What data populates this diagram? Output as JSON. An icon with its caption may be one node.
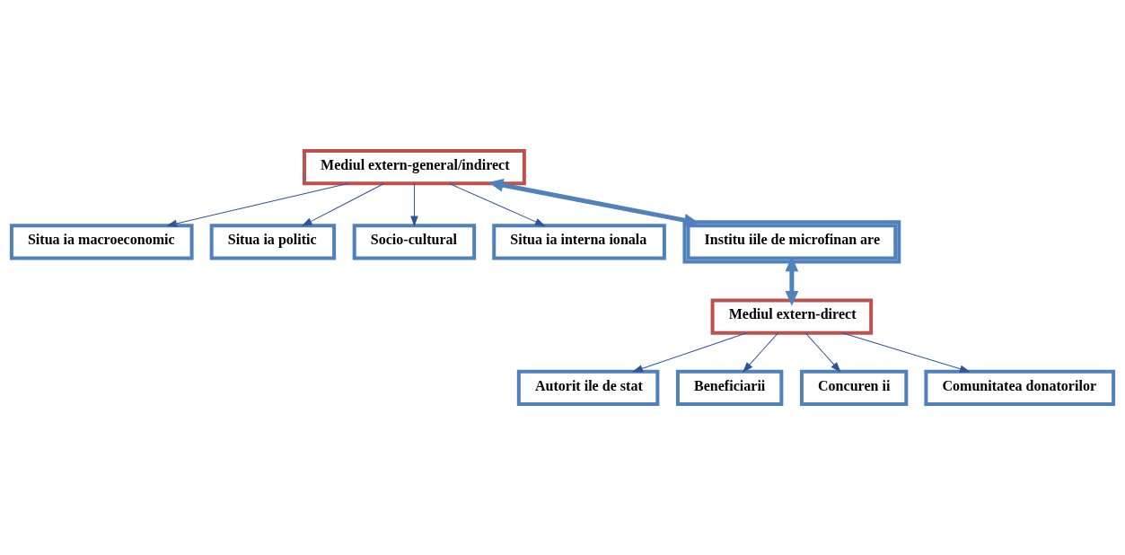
{
  "diagram": {
    "nodes": [
      {
        "text": [
          "Situa ia macroeconomic"
        ]
      },
      {
        "text": [
          "Situa ia politic"
        ]
      },
      {
        "text": [
          "Socio-cultural"
        ]
      },
      {
        "text": [
          "Situa ia interna ionala"
        ]
      },
      {
        "text": [
          "Mediul extern-general/indirect"
        ]
      },
      {
        "text": [
          "Institu iile de microfinan are"
        ]
      },
      {
        "text": [
          "Mediul extern-direct"
        ]
      },
      {
        "text": [
          "Autorit ile de stat"
        ]
      },
      {
        "text": [
          "Beneficiarii"
        ]
      },
      {
        "text": [
          "Concuren ii"
        ]
      },
      {
        "text": [
          "Comunitatea donatorilor"
        ]
      }
    ],
    "edges": [
      {
        "from": 4,
        "to": 0,
        "arrow": "to"
      },
      {
        "from": 4,
        "to": 1,
        "arrow": "to"
      },
      {
        "from": 4,
        "to": 2,
        "arrow": "to"
      },
      {
        "from": 4,
        "to": 3,
        "arrow": "to"
      },
      {
        "from": 5,
        "to": 4,
        "arrow": "both",
        "style": "thick"
      },
      {
        "from": 5,
        "to": 6,
        "arrow": "both",
        "style": "thick"
      },
      {
        "from": 6,
        "to": 7,
        "arrow": "to"
      },
      {
        "from": 6,
        "to": 8,
        "arrow": "to"
      },
      {
        "from": 6,
        "to": 9,
        "arrow": "to"
      },
      {
        "from": 6,
        "to": 10,
        "arrow": "to"
      }
    ]
  }
}
